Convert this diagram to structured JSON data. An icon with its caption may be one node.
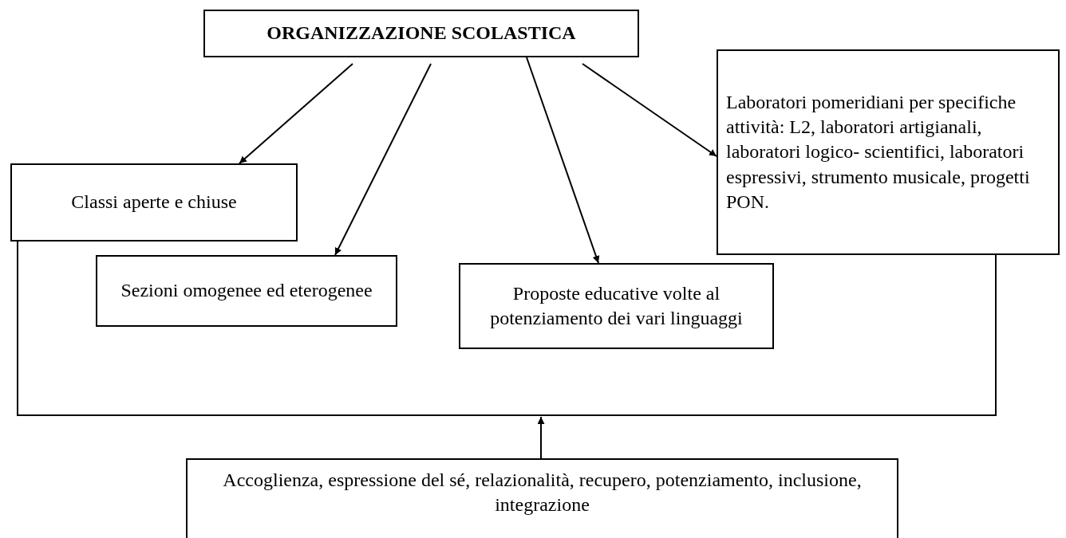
{
  "diagram": {
    "nodes": [
      {
        "text": [
          "ORGANIZZAZIONE SCOLASTICA"
        ]
      },
      {
        "text": [
          "Classi aperte e chiuse"
        ]
      },
      {
        "text": [
          "Sezioni omogenee ed eterogenee"
        ]
      },
      {
        "text": [
          "Proposte educative volte al potenziamento dei vari linguaggi"
        ]
      },
      {
        "text": [
          "Laboratori pomeridiani per specifiche attività: L2, laboratori artigianali, laboratori logico- scientifici, laboratori espressivi, strumento musicale, progetti PON."
        ]
      },
      {
        "text": [
          "Accoglienza, espressione del sé, relazionalità, recupero, potenziamento, inclusione, integrazione"
        ]
      }
    ],
    "edges": [
      {
        "from": 0,
        "to": 1,
        "arrow": "to"
      },
      {
        "from": 0,
        "to": 2,
        "arrow": "to"
      },
      {
        "from": 0,
        "to": 3,
        "arrow": "to"
      },
      {
        "from": 0,
        "to": 4,
        "arrow": "to"
      },
      {
        "from": 1,
        "to": 4,
        "arrow": "none"
      },
      {
        "from": 5,
        "to": null,
        "arrow": "to"
      }
    ]
  }
}
